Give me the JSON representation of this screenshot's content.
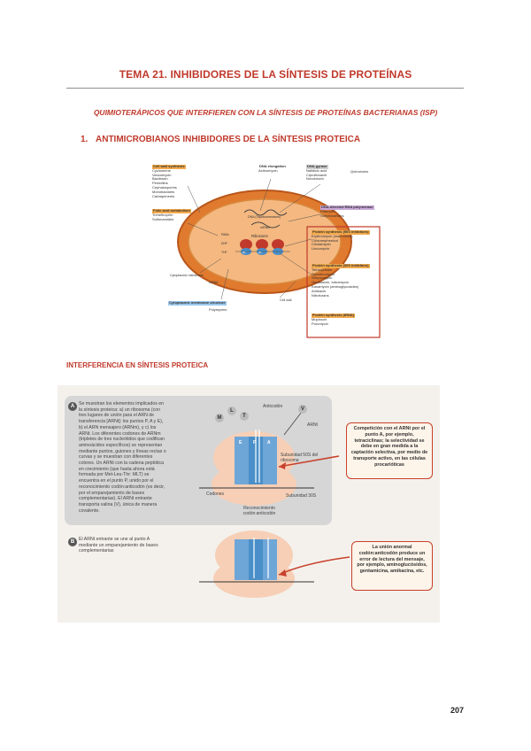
{
  "header": {
    "title": "TEMA 21. INHIBIDORES DE LA SÍNTESIS DE PROTEÍNAS",
    "subtitle": "QUIMIOTERÁPICOS QUE INTERFIEREN CON LA SÍNTESIS DE PROTEÍNAS BACTERIANAS (ISP)"
  },
  "section1": {
    "number": "1.",
    "title": "ANTIMICROBIANOS INHIBIDORES DE LA SÍNTESIS PROTEICA"
  },
  "figure1": {
    "cell_wall": {
      "header": "Cell wall synthesis",
      "items": [
        "Cycloserine",
        "Vancomycin",
        "Bacitracin",
        "Penicillins",
        "Cephalosporins",
        "Monobactams",
        "Carbapenems"
      ]
    },
    "folic": {
      "header": "Folic acid metabolism",
      "items": [
        "Trimethoprim",
        "Sulfonamides"
      ]
    },
    "dna_elong": {
      "header": "DNA elongation",
      "items": [
        "Actinomycin"
      ]
    },
    "dna_gyrase": {
      "header": "DNA gyrase",
      "items": [
        "Nalidixic acid",
        "Ciprofloxacin",
        "Novobiocin"
      ],
      "side": "Quinolones"
    },
    "rna_pol": {
      "header": "DNA-directed RNA polymerase",
      "items": [
        "Rifampin",
        "Streptovaricins"
      ]
    },
    "protein50": {
      "header": "Protein synthesis (50S inhibitors)",
      "items": [
        "Erythromycin (macrolides)",
        "Chloramphenicol",
        "Clindamycin",
        "Lincomycin"
      ]
    },
    "protein30": {
      "header": "Protein synthesis (30S inhibitors)",
      "items": [
        "Tetracyclines",
        "Spectinomycin",
        "Streptomycin",
        "Gentamicin, tobramycin",
        "Kanamycin (aminoglycosides)",
        "Amikacin",
        "Nitrofurans"
      ]
    },
    "protein_trna": {
      "header": "Protein synthesis (tRNA)",
      "items": [
        "Mupirocin",
        "Puromycin"
      ]
    },
    "membrane": {
      "header": "Cytoplasmic membrane structure",
      "items": [
        "Polymyxins"
      ]
    },
    "labels": {
      "dna": "DNA (Topoisomerases)",
      "mrna_top": "mRNA",
      "ribosome": "Ribosome",
      "s50": "50",
      "s30": "30",
      "paba": "PABA",
      "dhf": "DHF",
      "thf": "THF",
      "cyto": "Cytoplasmic membrane",
      "mrna": "mRNA",
      "cellwall": "Cell wall"
    }
  },
  "subheading": "INTERFERENCIA EN SÍNTESIS PROTEICA",
  "figure2": {
    "panelA": {
      "letter": "A",
      "text": "Se muestran los elementos implicados en la síntesis proteica: a) un ribosoma (con tres lugares de unión para el ARN de transferencia [ARNt]: los puntos P, A y E), b) el ARN mensajero (ARNm), y c) los ARNt. Los diferentes codones de ARNm (tripletes de tres nucleótidos que codifican aminoácidos específicos) se representan mediante puntos, guiones y líneas rectas o curvas y se muestran con diferentes colores. Un ARNt con la cadena peptídica en crecimiento (que hasta ahora está formada por Met-Leu-Thr: MLT) se encuentra en el punto P, unido por el reconocimiento codón:anticodón (es decir, por el emparejamiento de bases complementarias). El ARNt entrante transporta valina (V), única de manera covalente.",
      "anticodon": "Anticodón",
      "arnt": "ARNt",
      "v": "V",
      "m": "M",
      "l": "L",
      "t": "T",
      "e": "E",
      "p": "P",
      "a": "A",
      "s50": "Subunidad 50S del ribosoma",
      "s30": "Subunidad 30S",
      "codones": "Codones",
      "recon": "Reconocimiento codón:anticodón",
      "callout": "Competición con el ARNt por el punto A, por ejemplo, tetraciclinas; la selectividad se debe en gran medida a la captación selectiva, por medio de transporte activo, en las células procarióticas"
    },
    "panelB": {
      "letter": "B",
      "text": "El ARNt entrante se une al punto A mediante un emparejamiento de bases complementarias",
      "callout": "La unión anormal codón:anticodón produce un error de lectura del mensaje, por ejemplo, aminoglucósidos, gentamicina, amikacina, etc."
    }
  },
  "page_number": "207"
}
